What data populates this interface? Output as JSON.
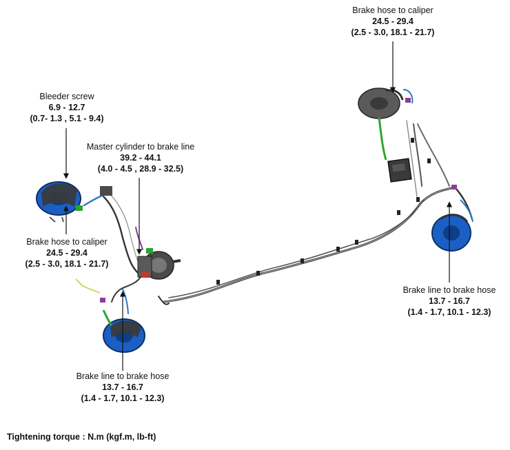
{
  "callouts": {
    "bleeder_screw": {
      "name": "Bleeder screw",
      "nm": "6.9 - 12.7",
      "alt": "(0.7- 1.3 , 5.1 - 9.4)"
    },
    "master_cylinder": {
      "name": "Master cylinder to brake line",
      "nm": "39.2 - 44.1",
      "alt": "(4.0 - 4.5 , 28.9 - 32.5)"
    },
    "hose_caliper_front": {
      "name": "Brake hose to caliper",
      "nm": "24.5 - 29.4",
      "alt": "(2.5 - 3.0, 18.1 - 21.7)"
    },
    "hose_caliper_rear": {
      "name": "Brake hose to caliper",
      "nm": "24.5 - 29.4",
      "alt": "(2.5 - 3.0, 18.1 - 21.7)"
    },
    "line_hose_front": {
      "name": "Brake line to brake hose",
      "nm": "13.7 - 16.7",
      "alt": "(1.4 - 1.7, 10.1 - 12.3)"
    },
    "line_hose_rear": {
      "name": "Brake line to brake hose",
      "nm": "13.7 - 16.7",
      "alt": "(1.4 - 1.7, 10.1 - 12.3)"
    }
  },
  "footer": "Tightening torque : N.m (kgf.m, lb-ft)",
  "colors": {
    "disc_blue": "#1c5fc4",
    "hose_green": "#2fa32f",
    "line_gray": "#8a8a8a",
    "component_dark": "#3a3a3a",
    "accent_purple": "#8a3d9e",
    "accent_red": "#c0392b",
    "accent_yellow": "#d8d35a"
  }
}
